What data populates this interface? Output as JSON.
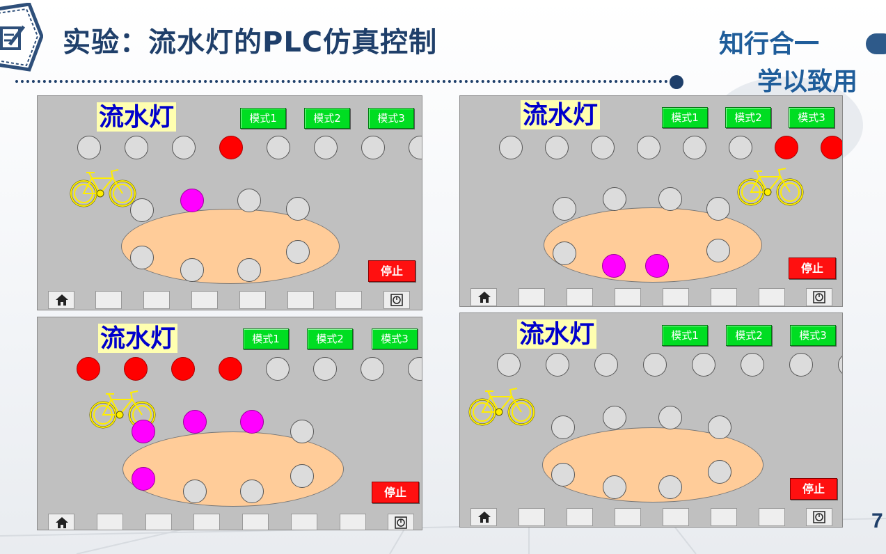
{
  "header": {
    "title": "实验：流水灯的PLC仿真控制",
    "motto_line1": "知行合一",
    "motto_line2": "学以致用",
    "page_number": "7"
  },
  "colors": {
    "title": "#1f3f6a",
    "panel_bg": "#c0c0c0",
    "lamp_on_row": "#ff0000",
    "lamp_on_ring": "#ff00ff",
    "mode_button": "#00dd22",
    "stop_button": "#ff1010"
  },
  "panels": [
    {
      "title": "流水灯",
      "modes": [
        "模式1",
        "模式2",
        "模式3"
      ],
      "stop_label": "停止",
      "row_lamps_on": [
        false,
        false,
        false,
        true,
        false,
        false,
        false,
        false
      ],
      "ring_lamps_on": [
        true,
        false,
        false,
        false,
        false,
        false,
        false,
        false
      ]
    },
    {
      "title": "流水灯",
      "modes": [
        "模式1",
        "模式2",
        "模式3"
      ],
      "stop_label": "停止",
      "row_lamps_on": [
        false,
        false,
        false,
        false,
        false,
        false,
        true,
        true
      ],
      "ring_lamps_on": [
        false,
        false,
        false,
        false,
        true,
        true,
        false,
        false
      ]
    },
    {
      "title": "流水灯",
      "modes": [
        "模式1",
        "模式2",
        "模式3"
      ],
      "stop_label": "停止",
      "row_lamps_on": [
        true,
        true,
        true,
        true,
        false,
        false,
        false,
        false
      ],
      "ring_lamps_on": [
        true,
        true,
        false,
        false,
        false,
        false,
        true,
        true
      ]
    },
    {
      "title": "流水灯",
      "modes": [
        "模式1",
        "模式2",
        "模式3"
      ],
      "stop_label": "停止",
      "row_lamps_on": [
        false,
        false,
        false,
        false,
        false,
        false,
        false,
        false
      ],
      "ring_lamps_on": [
        false,
        false,
        false,
        false,
        false,
        false,
        false,
        false
      ]
    }
  ],
  "icons": {
    "header_logo": "notepad-pen-icon",
    "nav_home": "home-icon",
    "nav_power": "power-icon",
    "bike": "bicycle-icon"
  }
}
